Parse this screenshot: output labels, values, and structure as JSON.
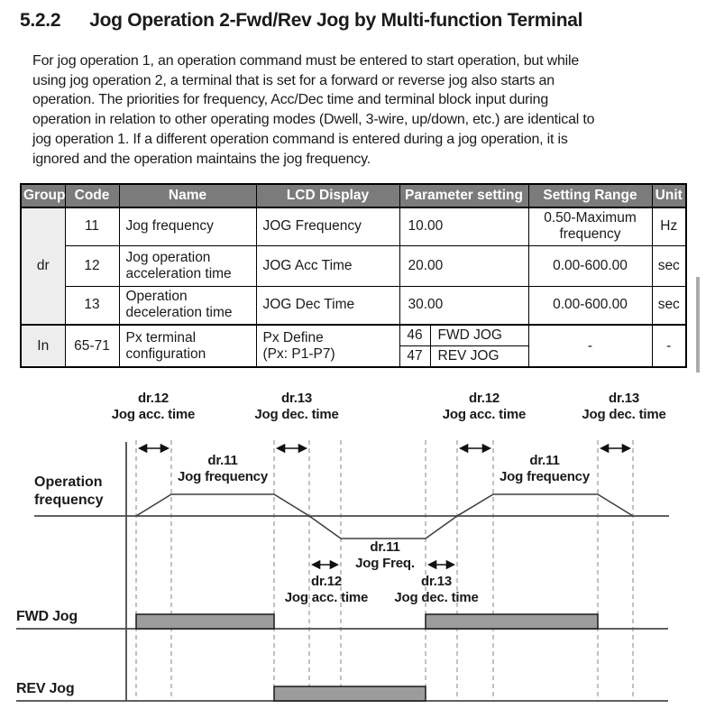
{
  "heading": {
    "number": "5.2.2",
    "title": "Jog Operation 2-Fwd/Rev Jog by Multi-function Terminal"
  },
  "intro": {
    "lines": [
      "For jog operation 1, an operation command must be entered to start operation, but while",
      "using jog operation 2, a terminal that is set for a forward or reverse jog also starts an",
      "operation. The priorities for frequency, Acc/Dec time and terminal block input during",
      "operation in relation to other operating modes (Dwell, 3-wire, up/down, etc.) are identical to",
      "jog operation 1. If a different operation command is entered during a jog operation, it is",
      "ignored and the operation maintains the jog frequency."
    ]
  },
  "table": {
    "headers": [
      "Group",
      "Code",
      "Name",
      "LCD Display",
      "Parameter setting",
      "Setting Range",
      "Unit"
    ],
    "header_bg": "#7b7b7b",
    "group_col_bg": "#ededed",
    "rows": [
      {
        "group": "dr",
        "code": "11",
        "name": "Jog frequency",
        "lcd": "JOG Frequency",
        "param": "10.00",
        "range": "0.50-Maximum\nfrequency",
        "unit": "Hz"
      },
      {
        "code": "12",
        "name": "Jog operation\nacceleration time",
        "lcd": "JOG Acc Time",
        "param": "20.00",
        "range": "0.00-600.00",
        "unit": "sec"
      },
      {
        "code": "13",
        "name": "Operation\ndeceleration time",
        "lcd": "JOG Dec Time",
        "param": "30.00",
        "range": "0.00-600.00",
        "unit": "sec"
      },
      {
        "group": "In",
        "code": "65-71",
        "name": "Px terminal\nconfiguration",
        "lcd": "Px Define\n(Px: P1-P7)",
        "param_options": [
          {
            "code": "46",
            "label": "FWD JOG"
          },
          {
            "code": "47",
            "label": "REV JOG"
          }
        ],
        "range": "-",
        "unit": "-"
      }
    ]
  },
  "diagram": {
    "top_labels": [
      {
        "text": "dr.12\nJog acc. time"
      },
      {
        "text": "dr.13\nJog dec. time"
      },
      {
        "text": "dr.12\nJog acc. time"
      },
      {
        "text": "dr.13\nJog dec. time"
      }
    ],
    "freq_labels": [
      {
        "text": "dr.11\nJog frequency"
      },
      {
        "text": "dr.11\nJog frequency"
      }
    ],
    "mid_freq_label": "dr.11\nJog Freq.",
    "mid_acc_label": "dr.12\nJog acc. time",
    "mid_dec_label": "dr.13\nJog dec. time",
    "axis_label": "Operation\nfrequency",
    "fwd_signal_label": "FWD Jog",
    "rev_signal_label": "REV Jog",
    "colors": {
      "waveform_line": "#3f3f3f",
      "dashed_guide": "#999999",
      "bar_fill": "#9c9c9c",
      "bar_border": "#1a1a1a"
    }
  }
}
